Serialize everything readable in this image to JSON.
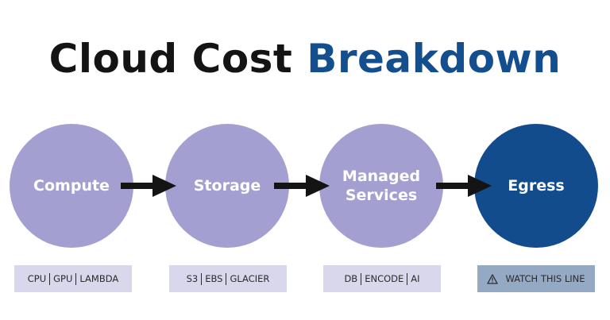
{
  "title": {
    "part1": "Cloud Cost ",
    "part2": "Breakdown"
  },
  "stages": [
    {
      "label": "Compute",
      "tags": [
        "CPU",
        "GPU",
        "LAMBDA"
      ]
    },
    {
      "label": "Storage",
      "tags": [
        "S3",
        "EBS",
        "GLACIER"
      ]
    },
    {
      "label": "Managed\nServices",
      "tags": [
        "DB",
        "ENCODE",
        "AI"
      ]
    },
    {
      "label": "Egress",
      "note": "WATCH THIS LINE",
      "note_icon": "warning-triangle-icon"
    }
  ],
  "colors": {
    "title_dark": "#141414",
    "title_accent": "#134e8e",
    "circle_light": "#a39fd0",
    "circle_dark": "#124c8c",
    "tag_light": "#d8d7ec",
    "tag_dark": "#94a9c4",
    "arrow": "#141414"
  }
}
